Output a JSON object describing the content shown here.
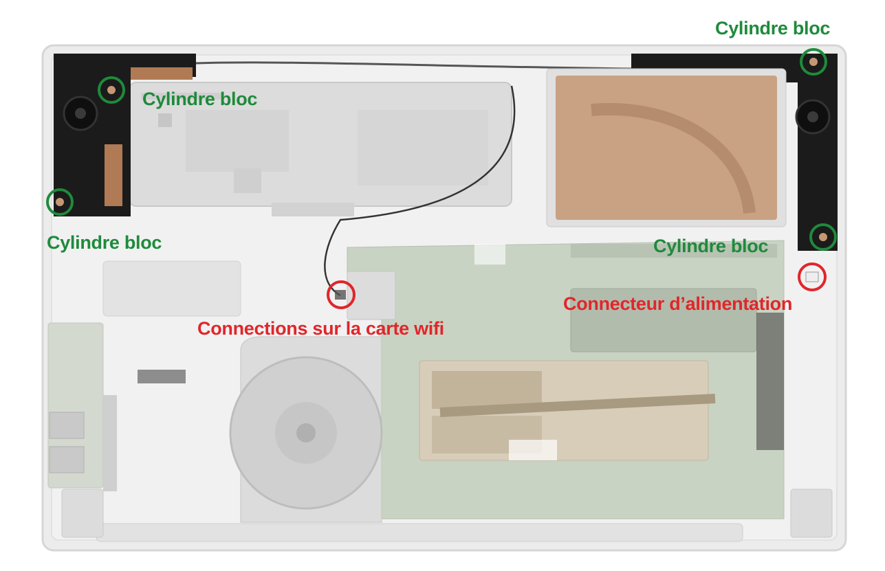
{
  "colors": {
    "label_green": "#1f8a3c",
    "label_red": "#e0262b",
    "chassis": "#ebebeb",
    "speaker": "#1a1a1a",
    "board": "#c7d2c2"
  },
  "annotations": {
    "speaker_right_top": "Cylindre bloc",
    "speaker_left_top": "Cylindre bloc",
    "speaker_left_bottom": "Cylindre bloc",
    "speaker_right_bottom": "Cylindre bloc",
    "power_connector": "Connecteur d’alimentation",
    "wifi_connections": "Connections sur la carte wifi"
  }
}
